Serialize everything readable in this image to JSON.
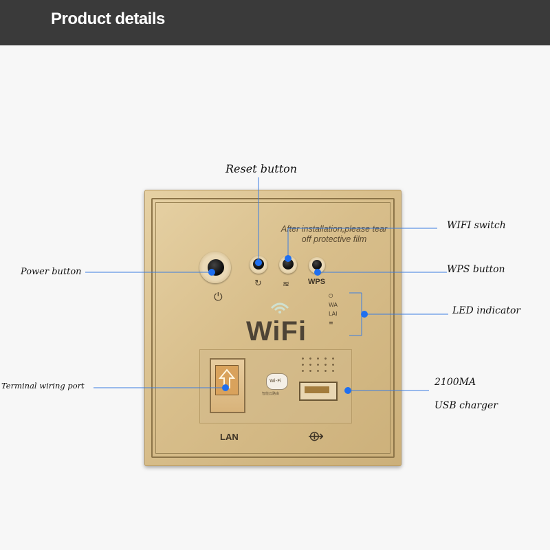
{
  "header": {
    "title": "Product details"
  },
  "panel": {
    "film_note": "After installation,please tear off protective film",
    "wps_label": "WPS",
    "led_labels": [
      "⏻",
      "WA",
      "LAI",
      "≡"
    ],
    "wifi_logo": "WiFi",
    "cloud_caption": "智能云路由",
    "cloud_logo": "Wi-Fi",
    "lan_label": "LAN",
    "usb_symbol": "⟴"
  },
  "callouts": {
    "reset": "Reset button",
    "wifi_switch": "WIFI switch",
    "power": "Power button",
    "wps": "WPS button",
    "led": "LED indicator",
    "terminal": "Terminal wiring port",
    "usb_current": "2100MA",
    "usb_charger": "USB charger"
  },
  "colors": {
    "callout_line": "#3b7de0",
    "callout_dot": "#1f6ff0",
    "panel_gold": "#d8be8b"
  }
}
